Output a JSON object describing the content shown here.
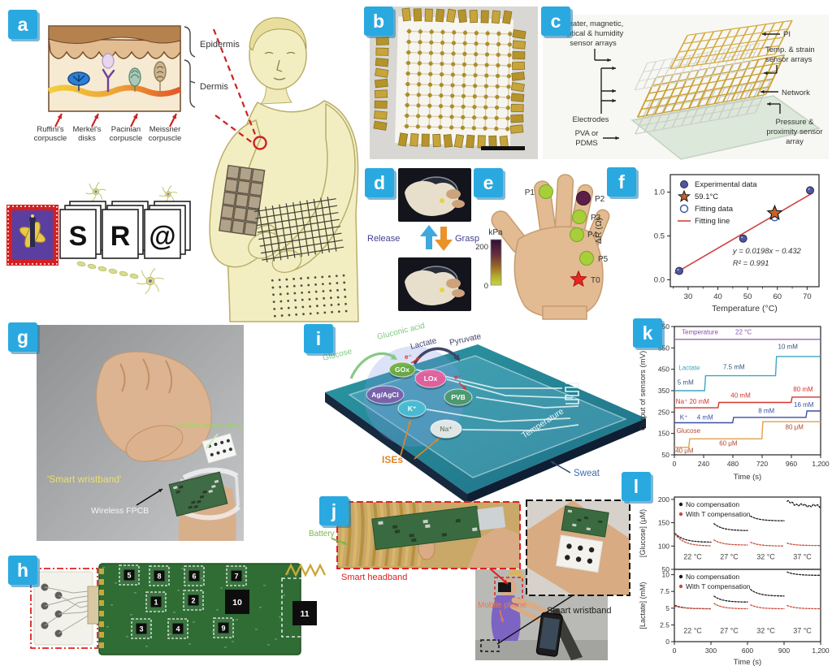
{
  "badges": {
    "items": [
      "a",
      "b",
      "c",
      "d",
      "e",
      "f",
      "g",
      "h",
      "i",
      "j",
      "k",
      "l"
    ],
    "color": "#29a9e0"
  },
  "panel_a": {
    "bracket_labels": [
      "Epidermis",
      "Dermis"
    ],
    "receptors": [
      [
        "Ruffini's",
        "corpuscle"
      ],
      [
        "Merkel's",
        "disks"
      ],
      [
        "Pacinian",
        "corpuscle"
      ],
      [
        "Meissner",
        "corpuscle"
      ]
    ]
  },
  "logo": {
    "letters": [
      "S",
      "R",
      "@"
    ]
  },
  "panel_c": {
    "left_labels": [
      [
        "Heater, magnetic,",
        "optical & humidity",
        "sensor arrays"
      ],
      [
        "Electrodes"
      ],
      [
        "PVA or",
        "PDMS"
      ]
    ],
    "right_labels": [
      [
        "PI"
      ],
      [
        "Temp. & strain",
        "sensor arrays"
      ],
      [
        "Network"
      ],
      [
        "Pressure &",
        "proximity sensor",
        "array"
      ]
    ]
  },
  "panel_d": {
    "release": "Release",
    "grasp": "Grasp"
  },
  "panel_e": {
    "unit": "kPa",
    "scale_max": "200",
    "scale_min": "0",
    "points": [
      {
        "label": "P1",
        "kind": "green"
      },
      {
        "label": "P2",
        "kind": "dark"
      },
      {
        "label": "P3",
        "kind": "green"
      },
      {
        "label": "P4",
        "kind": "green"
      },
      {
        "label": "P5",
        "kind": "green"
      },
      {
        "label": "T0",
        "kind": "star"
      }
    ]
  },
  "panel_g": {
    "sensor_array": "Flexible sensor array",
    "wristband": "'Smart wristband'",
    "fpcb": "Wireless FPCB"
  },
  "panel_h": {
    "chips": [
      "1",
      "2",
      "3",
      "4",
      "5",
      "6",
      "7",
      "8",
      "9",
      "10",
      "11"
    ]
  },
  "panel_i": {
    "glucose": "Glucose",
    "gluconic_acid": "Gluconic acid",
    "lactate": "Lactate",
    "pyruvate": "Pyruvate",
    "electron": "e⁻",
    "ises": "ISEs",
    "temperature": "Temperature",
    "sweat": "Sweat",
    "spots": [
      {
        "label": "GOx",
        "color": "#6fae3e"
      },
      {
        "label": "LOx",
        "color": "#ee5f9e"
      },
      {
        "label": "Ag/AgCl",
        "color": "#7e62ae"
      },
      {
        "label": "PVB",
        "color": "#4f9d6b"
      },
      {
        "label": "K⁺",
        "color": "#49c2d8"
      },
      {
        "label": "Na⁺",
        "color": "#f2f3ee"
      }
    ]
  },
  "panel_j": {
    "battery": "Battery",
    "headband": "Smart headband",
    "phone": "Mobile phone",
    "wristband": "Smart wristband"
  },
  "chart_data": [
    {
      "id": "chart-f",
      "type": "scatter",
      "xlabel": "Temperature (°C)",
      "ylabel": "ΔR (Ω)",
      "xlim": [
        24,
        74
      ],
      "ylim": [
        -0.08,
        1.2
      ],
      "xticks": [
        30,
        40,
        50,
        60,
        70
      ],
      "yticks": [
        0,
        0.5,
        1
      ],
      "ytick_labels": [
        "0.0",
        "0.5",
        "1.0"
      ],
      "legend": [
        "Experimental data",
        "59.1°C",
        "Fitting data",
        "Fitting line"
      ],
      "experimental_points": [
        [
          27,
          0.1
        ],
        [
          48.5,
          0.47
        ],
        [
          71,
          1.02
        ]
      ],
      "star_point": [
        59.1,
        0.76
      ],
      "fitting_point": [
        59.1,
        0.715
      ],
      "fit_line": {
        "slope": 0.0198,
        "intercept": -0.432,
        "x_range": [
          25.5,
          71.5
        ],
        "color": "#cf4343"
      },
      "point_color": "#4f55a0",
      "star_color": "#c8622a",
      "annotations": [
        {
          "text": "y = 0.0198x − 0.432",
          "x": 45,
          "y": 0.3
        },
        {
          "text": "R² = 0.991",
          "x": 45,
          "y": 0.16
        }
      ]
    },
    {
      "id": "chart-k",
      "type": "line",
      "xlabel": "Time (s)",
      "ylabel": "Output of sensors (mV)",
      "xlim": [
        0,
        1200
      ],
      "ylim": [
        50,
        650
      ],
      "xticks": [
        0,
        240,
        480,
        720,
        960,
        1200
      ],
      "xtick_labels": [
        "0",
        "240",
        "480",
        "720",
        "960",
        "1,200"
      ],
      "yticks": [
        50,
        150,
        250,
        350,
        450,
        550,
        650
      ],
      "series": [
        {
          "name": "Temperature",
          "color": "#9e62b8",
          "points": [
            [
              0,
              590
            ],
            [
              1200,
              590
            ]
          ]
        },
        {
          "name": "Lactate",
          "color": "#3ba8bf",
          "points": [
            [
              0,
              350
            ],
            [
              248,
              350
            ],
            [
              256,
              420
            ],
            [
              830,
              420
            ],
            [
              838,
              510
            ],
            [
              1200,
              510
            ]
          ]
        },
        {
          "name": "Na⁺",
          "color": "#d6352b",
          "points": [
            [
              0,
              270
            ],
            [
              358,
              270
            ],
            [
              366,
              295
            ],
            [
              958,
              295
            ],
            [
              966,
              320
            ],
            [
              1200,
              320
            ]
          ]
        },
        {
          "name": "K⁺",
          "color": "#3c4fa0",
          "points": [
            [
              0,
              200
            ],
            [
              478,
              200
            ],
            [
              486,
              225
            ],
            [
              1080,
              225
            ],
            [
              1088,
              255
            ],
            [
              1200,
              255
            ]
          ]
        },
        {
          "name": "Glucose",
          "color": "#dfa14c",
          "points": [
            [
              0,
              85
            ],
            [
              118,
              85
            ],
            [
              126,
              125
            ],
            [
              718,
              125
            ],
            [
              726,
              205
            ],
            [
              1200,
              205
            ]
          ]
        }
      ],
      "annotations": [
        {
          "text": "Temperature",
          "x": 60,
          "y": 613,
          "color": "#8a4fa8"
        },
        {
          "text": "22 °C",
          "x": 500,
          "y": 613,
          "color": "#8a4fa8"
        },
        {
          "text": "10 mM",
          "x": 850,
          "y": 545,
          "color": "#33567f"
        },
        {
          "text": "Lactate",
          "x": 35,
          "y": 447,
          "color": "#3ba8bf"
        },
        {
          "text": "7.5 mM",
          "x": 400,
          "y": 450,
          "color": "#33567f"
        },
        {
          "text": "5 mM",
          "x": 25,
          "y": 378,
          "color": "#33567f"
        },
        {
          "text": "80 mM",
          "x": 975,
          "y": 346,
          "color": "#d6352b"
        },
        {
          "text": "40 mM",
          "x": 462,
          "y": 318,
          "color": "#d6352b"
        },
        {
          "text": "Na⁺ 20 mM",
          "x": 12,
          "y": 290,
          "color": "#d6352b"
        },
        {
          "text": "16 mM",
          "x": 980,
          "y": 274,
          "color": "#3c4fa0"
        },
        {
          "text": "8 mM",
          "x": 688,
          "y": 246,
          "color": "#3c4fa0"
        },
        {
          "text": "K⁺",
          "x": 45,
          "y": 216,
          "color": "#3c4fa0"
        },
        {
          "text": "4 mM",
          "x": 185,
          "y": 216,
          "color": "#3c4fa0"
        },
        {
          "text": "Glucose",
          "x": 18,
          "y": 152,
          "color": "#b0482e"
        },
        {
          "text": "60 μM",
          "x": 368,
          "y": 94,
          "color": "#b0482e"
        },
        {
          "text": "80 μM",
          "x": 910,
          "y": 170,
          "color": "#b0482e"
        },
        {
          "text": "40 μM",
          "x": 8,
          "y": 60,
          "color": "#b0482e"
        }
      ]
    },
    {
      "id": "chart-l-top",
      "type": "scatter-line",
      "ylabel": "[Glucose] (μM)",
      "ylim": [
        50,
        205
      ],
      "yticks": [
        50,
        100,
        150,
        200
      ],
      "ytick_labels": [
        "50",
        "100",
        "150",
        "200"
      ],
      "legend": [
        {
          "label": "No compensation",
          "color": "#1a1a1a"
        },
        {
          "label": "With T compensation",
          "color": "#c84b38"
        }
      ],
      "temp_labels": [
        "22 °C",
        "27 °C",
        "32 °C",
        "37 °C"
      ],
      "temp_x": [
        150,
        450,
        750,
        1050
      ],
      "temp_y": 72,
      "series": [
        {
          "name": "No compensation",
          "color": "#1a1a1a",
          "segments": [
            [
              5,
              300,
              127,
              108
            ],
            [
              325,
              600,
              148,
              133
            ],
            [
              625,
              900,
              164,
              154
            ],
            [
              925,
              1200,
              196,
              186,
              1
            ]
          ]
        },
        {
          "name": "With T compensation",
          "color": "#c84b38",
          "segments": [
            [
              5,
              300,
              126,
              100
            ],
            [
              325,
              600,
              113,
              102
            ],
            [
              625,
              900,
              108,
              100
            ],
            [
              925,
              1200,
              106,
              101
            ]
          ]
        }
      ]
    },
    {
      "id": "chart-l-bottom",
      "type": "scatter-line",
      "xlabel": "Time (s)",
      "ylabel": "[Lactate] (mM)",
      "xlim": [
        0,
        1200
      ],
      "xticks": [
        0,
        300,
        600,
        900,
        1200
      ],
      "xtick_labels": [
        "0",
        "300",
        "600",
        "900",
        "1,200"
      ],
      "ylim": [
        0,
        10.8
      ],
      "yticks": [
        0,
        2.5,
        5,
        7.5,
        10
      ],
      "ytick_labels": [
        "0",
        "2.5",
        "5",
        "7.5",
        "10"
      ],
      "legend": [
        {
          "label": "No compensation",
          "color": "#1a1a1a"
        },
        {
          "label": "With T compensation",
          "color": "#c84b38"
        }
      ],
      "temp_labels": [
        "22 °C",
        "27 °C",
        "32 °C",
        "37 °C"
      ],
      "temp_x": [
        150,
        450,
        750,
        1050
      ],
      "temp_y": 1.3,
      "series": [
        {
          "name": "No compensation",
          "color": "#1a1a1a",
          "segments": [
            [
              5,
              300,
              5.4,
              4.9
            ],
            [
              325,
              600,
              6.8,
              5.9
            ],
            [
              625,
              900,
              7.8,
              6.8
            ],
            [
              925,
              1200,
              10.4,
              9.9
            ]
          ]
        },
        {
          "name": "With T compensation",
          "color": "#c84b38",
          "segments": [
            [
              5,
              300,
              5.3,
              4.9
            ],
            [
              325,
              600,
              5.7,
              4.9
            ],
            [
              625,
              900,
              5.5,
              4.9
            ],
            [
              925,
              1200,
              5.4,
              4.9
            ]
          ]
        }
      ]
    }
  ]
}
